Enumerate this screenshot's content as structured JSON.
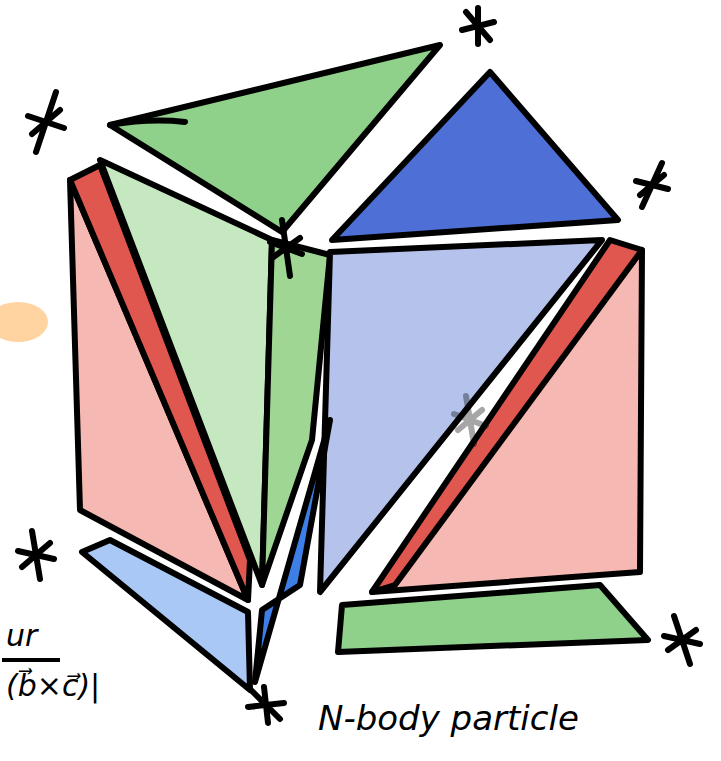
{
  "diagram": {
    "labels": [
      "N-body particle",
      "ur",
      "(b⃗×c⃗)|"
    ]
  }
}
